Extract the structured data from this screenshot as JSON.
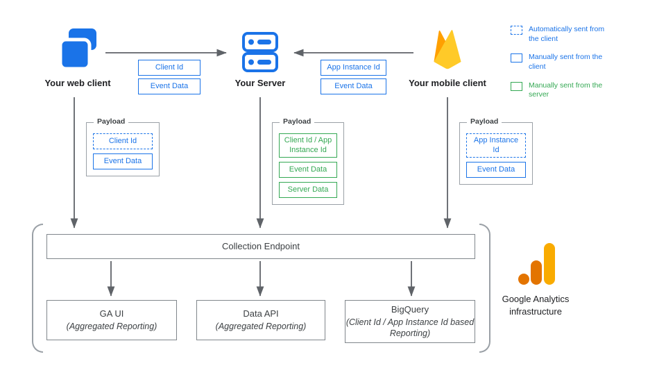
{
  "clients": {
    "web": {
      "label": "Your web client",
      "icon": "overlapping-browser-windows"
    },
    "server": {
      "label": "Your Server",
      "icon": "server-racks"
    },
    "mobile": {
      "label": "Your mobile client",
      "icon": "firebase-flame"
    }
  },
  "flow_labels": {
    "web_to_server": [
      {
        "text": "Client Id"
      },
      {
        "text": "Event Data"
      }
    ],
    "mobile_to_server": [
      {
        "text": "App Instance Id"
      },
      {
        "text": "Event Data"
      }
    ]
  },
  "payloads": {
    "title": "Payload",
    "web": {
      "items": [
        {
          "text": "Client Id",
          "style": "dashed-blue"
        },
        {
          "text": "Event Data",
          "style": "solid-blue"
        }
      ]
    },
    "server": {
      "items": [
        {
          "text": "Client Id / App Instance Id",
          "style": "solid-green"
        },
        {
          "text": "Event Data",
          "style": "solid-green"
        },
        {
          "text": "Server Data",
          "style": "solid-green"
        }
      ]
    },
    "mobile": {
      "items": [
        {
          "text": "App Instance Id",
          "style": "dashed-blue"
        },
        {
          "text": "Event Data",
          "style": "solid-blue"
        }
      ]
    }
  },
  "legend": {
    "items": [
      {
        "text": "Automatically sent from the client",
        "style": "dashed-blue",
        "color": "#1a73e8"
      },
      {
        "text": "Manually sent from the client",
        "style": "solid-blue",
        "color": "#1a73e8"
      },
      {
        "text": "Manually sent from the server",
        "style": "solid-green",
        "color": "#34a853"
      }
    ]
  },
  "infrastructure": {
    "endpoint": "Collection Endpoint",
    "outputs": [
      {
        "title": "GA UI",
        "subtitle": "(Aggregated Reporting)"
      },
      {
        "title": "Data API",
        "subtitle": "(Aggregated Reporting)"
      },
      {
        "title": "BigQuery",
        "subtitle": "(Client Id / App Instance Id based Reporting)"
      }
    ],
    "caption": "Google Analytics infrastructure",
    "logo": "google-analytics-bars"
  },
  "colors": {
    "blue": "#1a73e8",
    "green": "#34a853",
    "box_gray": "#9aa0a6",
    "arrow_gray": "#5f6368",
    "firebase_amber": "#FFCA28",
    "firebase_orange": "#FFA000",
    "firebase_deep_orange": "#F57C00",
    "ga_amber": "#F9AB00",
    "ga_orange": "#E37400"
  }
}
